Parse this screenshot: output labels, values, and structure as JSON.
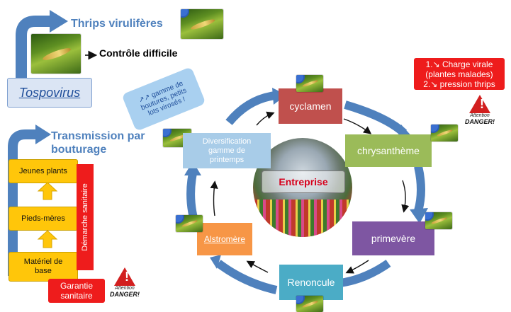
{
  "title_thrips": "Thrips virulifères",
  "controle": "Contrôle difficile",
  "tospovirus": "Tospovirus",
  "transmission": "Transmission par\nbouturage",
  "chain": [
    "Jeunes plants",
    "Pieds-mères",
    "Matériel de\nbase"
  ],
  "demarche": "Démarche sanitaire",
  "garantie": "Garantie\nsanitaire",
  "note_gamme": "↗↗ gamme de\nboutures, petits\nlots virosés !",
  "charge": "1.↘ Charge virale\n(plantes malades)\n2.↘ pression thrips",
  "danger": {
    "attention": "Attention",
    "word": "DANGER!"
  },
  "cycle": {
    "center": "Entreprise",
    "nodes": [
      {
        "label": "cyclamen",
        "color": "#c0504d"
      },
      {
        "label": "chrysanthème",
        "color": "#9bbb59"
      },
      {
        "label": "primevère",
        "color": "#7e56a2"
      },
      {
        "label": "Renoncule",
        "color": "#4bacc6"
      },
      {
        "label": "Alstromère",
        "color": "#f79646"
      },
      {
        "label": "Diversification\ngamme de\nprintemps",
        "color": "#a8cce8"
      }
    ]
  },
  "colors": {
    "blue_arrow": "#4f81bd",
    "red": "#ee1c1c",
    "yellow": "#ffc60a"
  }
}
